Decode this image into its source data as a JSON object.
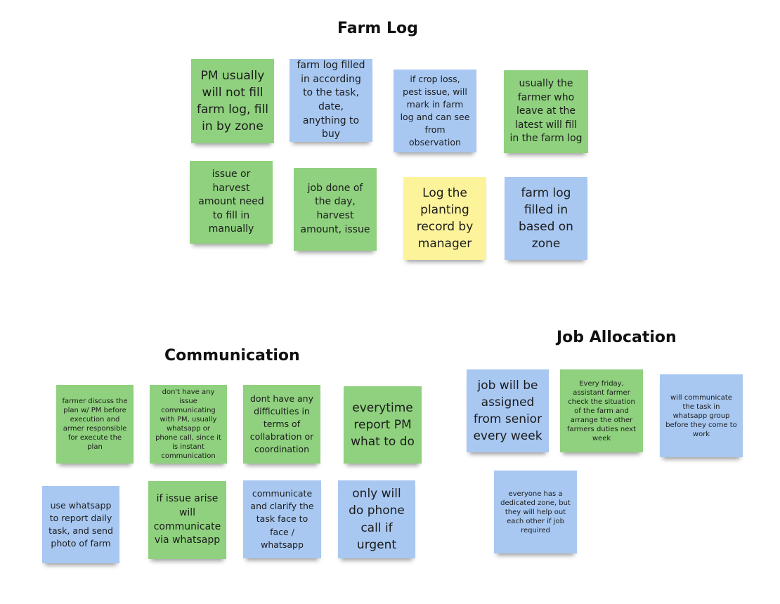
{
  "sections": {
    "farm_log": {
      "title": "Farm Log",
      "notes": [
        {
          "text": "PM usually will not fill farm log, fill in by zone",
          "color": "green"
        },
        {
          "text": "farm log filled in according to the task, date, anything to buy",
          "color": "blue"
        },
        {
          "text": "if crop loss, pest issue, will mark in farm log and can see from observation",
          "color": "blue"
        },
        {
          "text": "usually the farmer who leave at the latest will fill in the farm log",
          "color": "green"
        },
        {
          "text": "issue or harvest amount need to fill in manually",
          "color": "green"
        },
        {
          "text": "job done of the day, harvest amount, issue",
          "color": "green"
        },
        {
          "text": "Log the planting record by manager",
          "color": "yellow"
        },
        {
          "text": "farm log filled in based on zone",
          "color": "blue"
        }
      ]
    },
    "communication": {
      "title": "Communication",
      "notes": [
        {
          "text": "farmer discuss the plan w/ PM before execution and armer responsible for execute the plan",
          "color": "green"
        },
        {
          "text": "don't have any issue communicating with PM, usually whatsapp or phone call, since it is instant communication",
          "color": "green"
        },
        {
          "text": "dont have any difficulties in terms of collabration or coordination",
          "color": "green"
        },
        {
          "text": "everytime report PM what to do",
          "color": "green"
        },
        {
          "text": "use whatsapp to report daily task, and send photo of farm",
          "color": "blue"
        },
        {
          "text": "if issue arise will communicate via whatsapp",
          "color": "green"
        },
        {
          "text": "communicate and clarify the task face to face / whatsapp",
          "color": "blue"
        },
        {
          "text": "only will do phone call if urgent",
          "color": "blue"
        }
      ]
    },
    "job_allocation": {
      "title": "Job Allocation",
      "notes": [
        {
          "text": "job will be assigned from senior every week",
          "color": "blue"
        },
        {
          "text": "Every friday, assistant farmer check the situation of the farm and arrange the other farmers duties next week",
          "color": "green"
        },
        {
          "text": "will communicate the task in whatsapp group before they come to work",
          "color": "blue"
        },
        {
          "text": "everyone has a dedicated zone, but they will help out each other if job required",
          "color": "blue"
        }
      ]
    }
  },
  "colors": {
    "green": "#8fd17e",
    "blue": "#a8c8f2",
    "yellow": "#fdf39b"
  }
}
